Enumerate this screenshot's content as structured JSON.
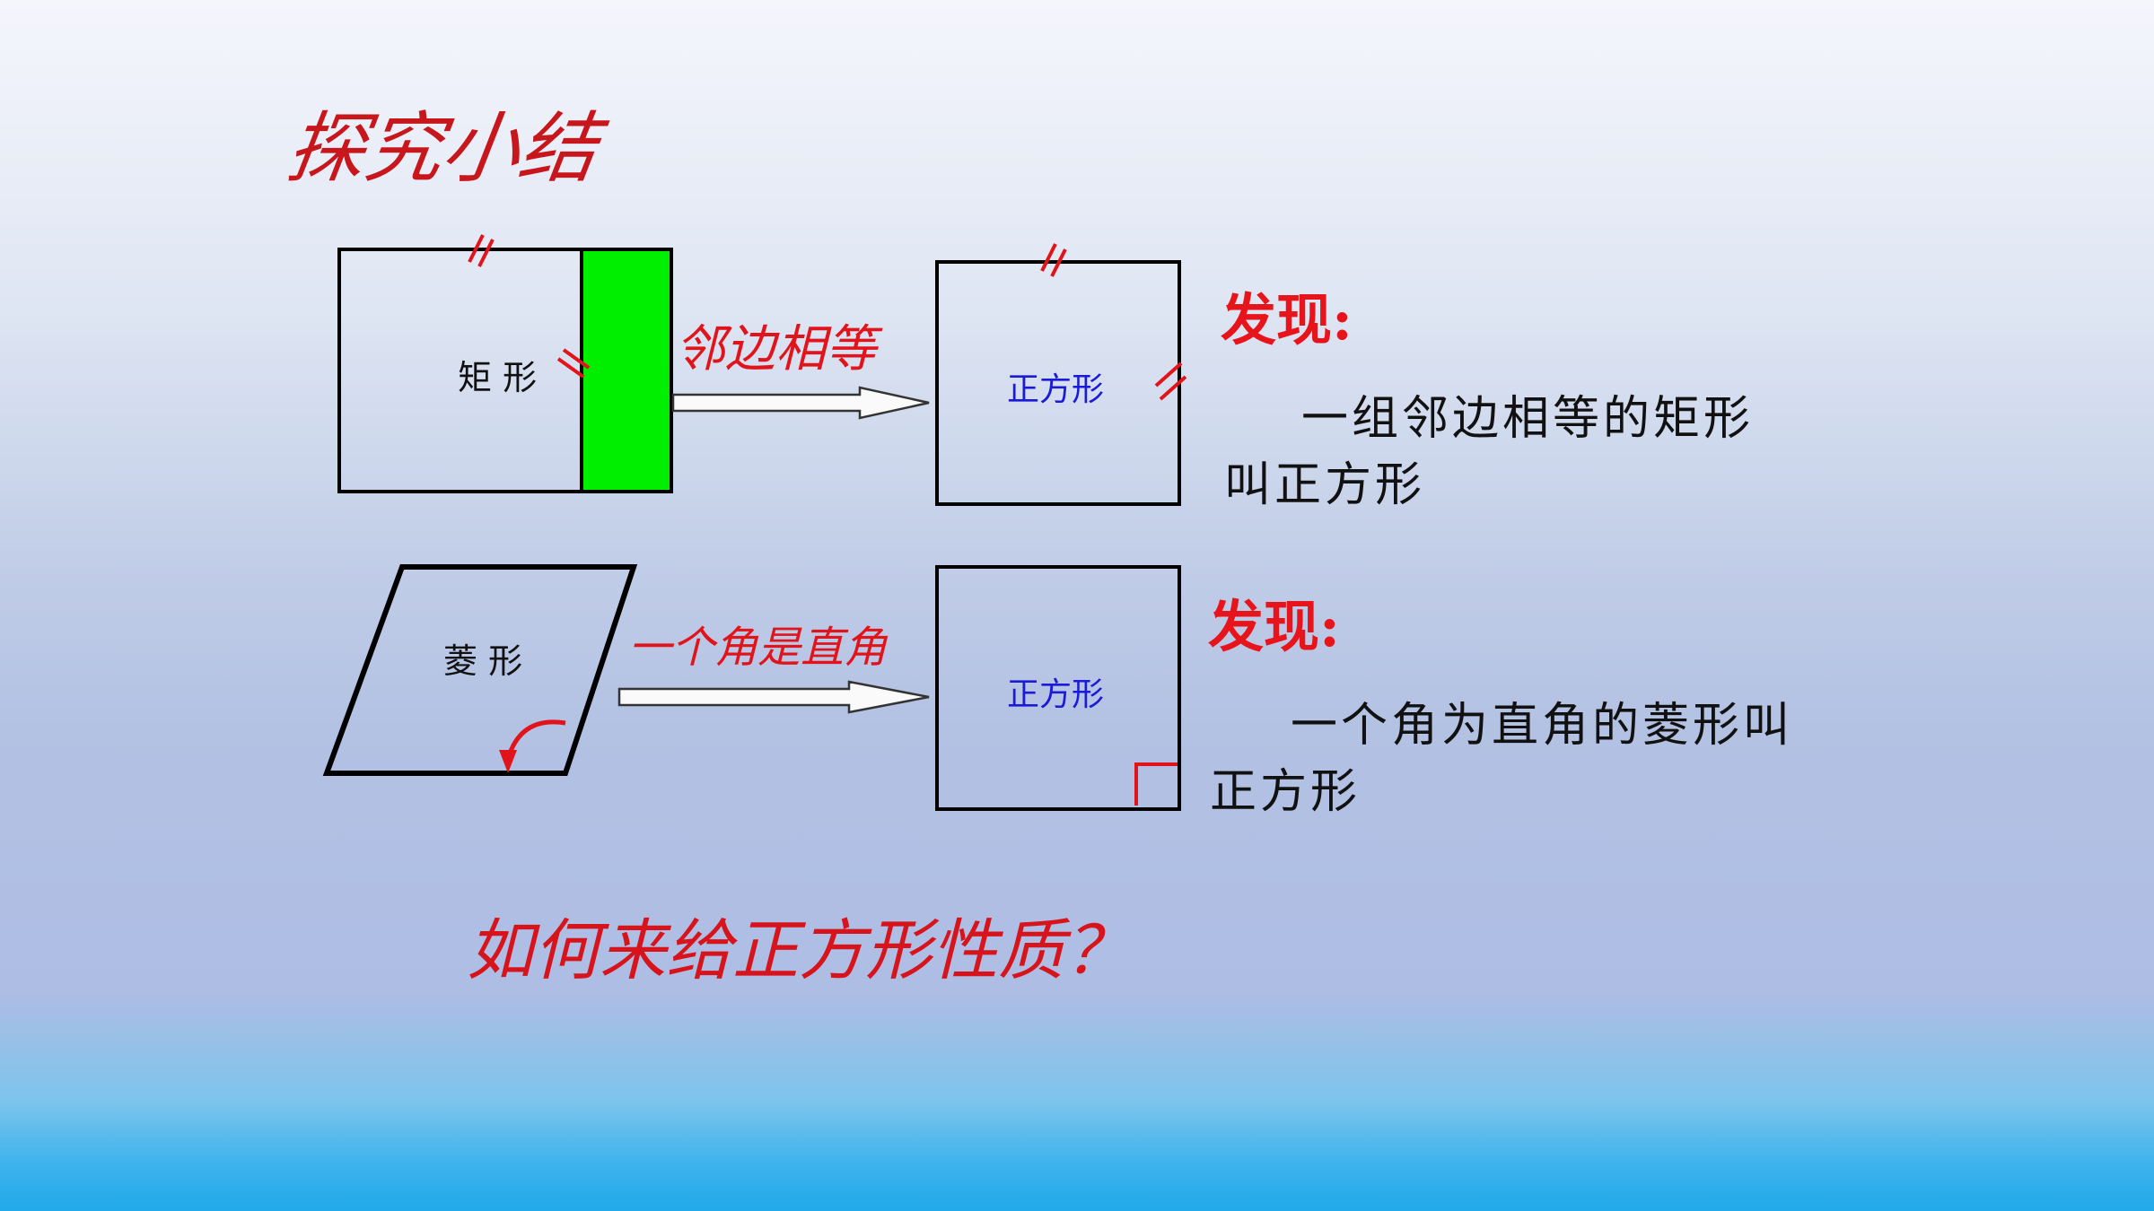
{
  "slide": {
    "title": "探究小结",
    "row1": {
      "source_label": "矩 形",
      "condition": "邻边相等",
      "result_label": "正方形",
      "finding_heading": "发现:",
      "finding_line1": "一组邻边相等的矩形",
      "finding_line2": "叫正方形"
    },
    "row2": {
      "source_label": "菱 形",
      "condition": "一个角是直角",
      "result_label": "正方形",
      "finding_heading": "发现:",
      "finding_line1": "一个角为直角的菱形叫",
      "finding_line2": "正方形"
    },
    "question": "如何来给正方形性质？"
  },
  "colors": {
    "title_red": "#c8161d",
    "mark_red": "#e2141b",
    "green_fill": "#00ee00",
    "label_blue": "#1a1ad8"
  }
}
